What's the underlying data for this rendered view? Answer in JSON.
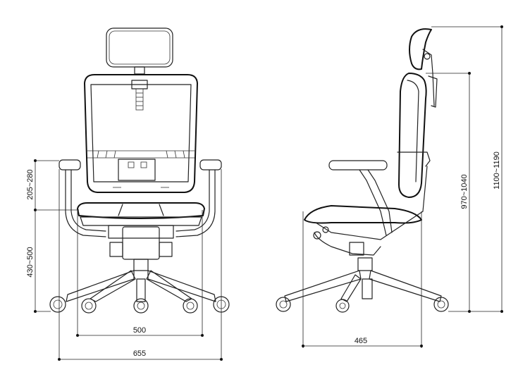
{
  "dimensions": {
    "seat_to_armrest": "205~280",
    "seat_height": "430~500",
    "seat_width": "500",
    "overall_width": "655",
    "seat_depth": "465",
    "backrest_height": "970~1040",
    "overall_height": "1100~1190"
  },
  "views": [
    "front-view",
    "side-view"
  ],
  "colors": {
    "line": "#222222",
    "background": "#ffffff"
  }
}
